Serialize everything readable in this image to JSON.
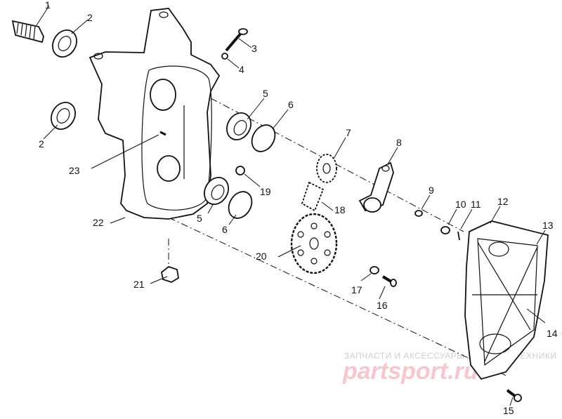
{
  "labels": {
    "l1": "1",
    "l2a": "2",
    "l2b": "2",
    "l3": "3",
    "l4": "4",
    "l5a": "5",
    "l5b": "5",
    "l6a": "6",
    "l6b": "6",
    "l7": "7",
    "l8": "8",
    "l9": "9",
    "l10": "10",
    "l11": "11",
    "l12": "12",
    "l13": "13",
    "l14": "14",
    "l15": "15",
    "l16": "16",
    "l17": "17",
    "l18": "18",
    "l19": "19",
    "l20": "20",
    "l21": "21",
    "l22": "22",
    "l23": "23"
  },
  "watermark": {
    "top_text": "ЗАПЧАСТИ И АКСЕССУАРЫ ДЛЯ МОТОТЕХНИКИ",
    "brand": "partsport.ru",
    "brand_color": "#e8566e"
  }
}
